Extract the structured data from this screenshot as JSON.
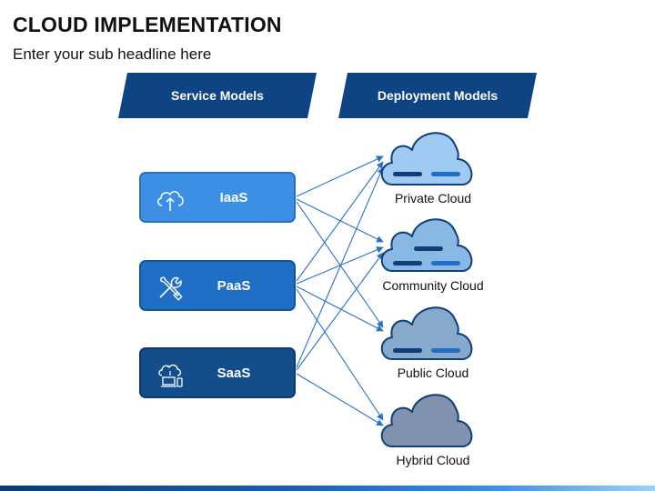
{
  "title": "CLOUD IMPLEMENTATION",
  "subtitle": "Enter your sub headline here",
  "headers": {
    "service": "Service Models",
    "deployment": "Deployment Models"
  },
  "service_models": [
    {
      "label": "IaaS",
      "icon": "cloud-upload-icon",
      "color": "#3d8fe6"
    },
    {
      "label": "PaaS",
      "icon": "tools-icon",
      "color": "#1f6fc6"
    },
    {
      "label": "SaaS",
      "icon": "cloud-devices-icon",
      "color": "#144d8c"
    }
  ],
  "deployment_models": [
    {
      "label": "Private Cloud",
      "color": "#9fcbf3"
    },
    {
      "label": "Community Cloud",
      "color": "#8ab8e4"
    },
    {
      "label": "Public Cloud",
      "color": "#87a9cb"
    },
    {
      "label": "Hybrid Cloud",
      "color": "#8092ae"
    }
  ],
  "colors": {
    "banner": "#0e4483",
    "connector": "#2a72c8"
  }
}
